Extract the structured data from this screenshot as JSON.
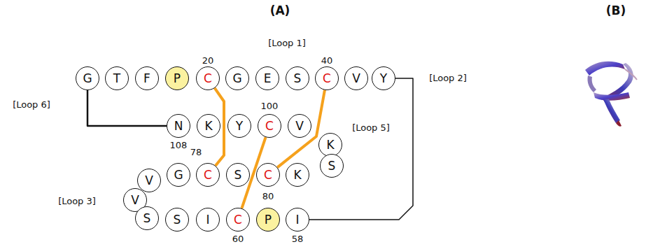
{
  "diagram": {
    "nodes": [
      {
        "text": [
          "G"
        ]
      },
      {
        "text": [
          "T"
        ]
      },
      {
        "text": [
          "F"
        ]
      },
      {
        "text": [
          "P"
        ]
      },
      {
        "text": [
          "C"
        ]
      },
      {
        "text": [
          "G"
        ]
      },
      {
        "text": [
          "E"
        ]
      },
      {
        "text": [
          "S"
        ]
      },
      {
        "text": [
          "C"
        ]
      },
      {
        "text": [
          "V"
        ]
      },
      {
        "text": [
          "Y"
        ]
      },
      {
        "text": [
          "N"
        ]
      },
      {
        "text": [
          "K"
        ]
      },
      {
        "text": [
          "Y"
        ]
      },
      {
        "text": [
          "C"
        ]
      },
      {
        "text": [
          "V"
        ]
      },
      {
        "text": [
          "K"
        ]
      },
      {
        "text": [
          "S"
        ]
      },
      {
        "text": [
          "K"
        ]
      },
      {
        "text": [
          "C"
        ]
      },
      {
        "text": [
          "S"
        ]
      },
      {
        "text": [
          "C"
        ]
      },
      {
        "text": [
          "G"
        ]
      },
      {
        "text": [
          "V"
        ]
      },
      {
        "text": [
          "V"
        ]
      },
      {
        "text": [
          "S"
        ]
      },
      {
        "text": [
          "S"
        ]
      },
      {
        "text": [
          "I"
        ]
      },
      {
        "text": [
          "C"
        ]
      },
      {
        "text": [
          "P"
        ]
      },
      {
        "text": [
          "I"
        ]
      }
    ],
    "edges": [
      {
        "from": 4,
        "to": 21,
        "arrow": "none"
      },
      {
        "from": 8,
        "to": 19,
        "arrow": "none"
      },
      {
        "from": 14,
        "to": 28,
        "arrow": "none"
      },
      {
        "from": 0,
        "to": 11,
        "arrow": "none"
      },
      {
        "from": 10,
        "to": 30,
        "arrow": "none"
      }
    ],
    "labels": [
      "(A)",
      "(B)",
      "[Loop 1]",
      "[Loop 2]",
      "[Loop 6]",
      "[Loop 5]",
      "[Loop 3]",
      "20",
      "40",
      "100",
      "108",
      "78",
      "80",
      "60",
      "58"
    ]
  }
}
